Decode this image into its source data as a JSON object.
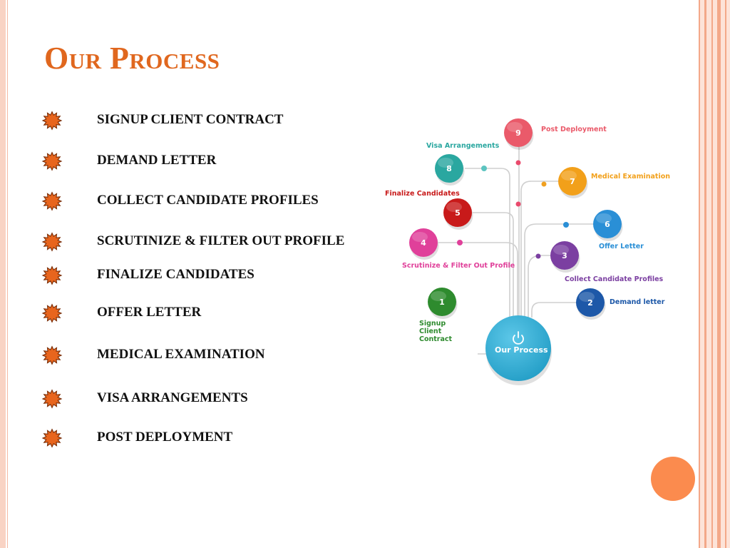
{
  "title": "Our Process",
  "bullets": [
    "SIGNUP CLIENT CONTRACT",
    "DEMAND LETTER",
    "COLLECT CANDIDATE PROFILES",
    "SCRUTINIZE & FILTER OUT PROFILE",
    "FINALIZE CANDIDATES",
    "OFFER LETTER",
    "MEDICAL EXAMINATION",
    "VISA ARRANGEMENTS",
    "POST DEPLOYMENT"
  ],
  "diagram": {
    "hub_label": "Our Process",
    "steps": [
      {
        "number": "1",
        "label": "Signup Client Contract",
        "color": "#2e8b2e"
      },
      {
        "number": "2",
        "label": "Demand letter",
        "color": "#1d58a8"
      },
      {
        "number": "3",
        "label": "Collect Candidate Profiles",
        "color": "#7b3fa1"
      },
      {
        "number": "4",
        "label": "Scrutinize & Filter Out Profile",
        "color": "#e0409a"
      },
      {
        "number": "5",
        "label": "Finalize Candidates",
        "color": "#c81a1a"
      },
      {
        "number": "6",
        "label": "Offer Letter",
        "color": "#2a8fd6"
      },
      {
        "number": "7",
        "label": "Medical Examination",
        "color": "#f2a01a"
      },
      {
        "number": "8",
        "label": "Visa Arrangements",
        "color": "#2aa7a0"
      },
      {
        "number": "9",
        "label": "Post Deployment",
        "color": "#ea5a6a"
      }
    ]
  },
  "colors": {
    "title": "#e0671e",
    "bullet_star": "#e8651d",
    "hub": "#1f9bc4",
    "accent_circle": "#fb8b4e"
  },
  "icons": {
    "bullet": "starburst-bullet-icon",
    "hub": "power-icon"
  }
}
